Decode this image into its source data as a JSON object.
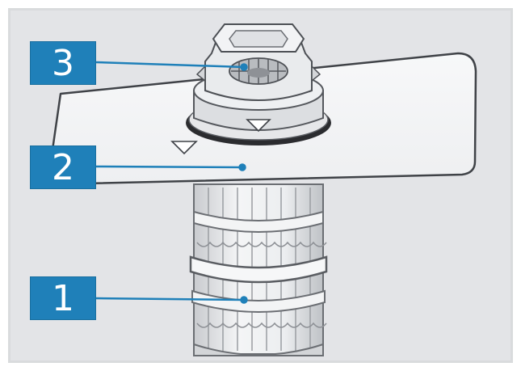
{
  "diagram": {
    "callouts": [
      {
        "number": "3",
        "target": "coarse-filter-top"
      },
      {
        "number": "2",
        "target": "flat-filter-plate"
      },
      {
        "number": "1",
        "target": "micro-filter-cylinder"
      }
    ]
  },
  "colors": {
    "callout_fill": "#1f80b9",
    "leader_line": "#1f80b9",
    "background": "#e3e4e7"
  }
}
